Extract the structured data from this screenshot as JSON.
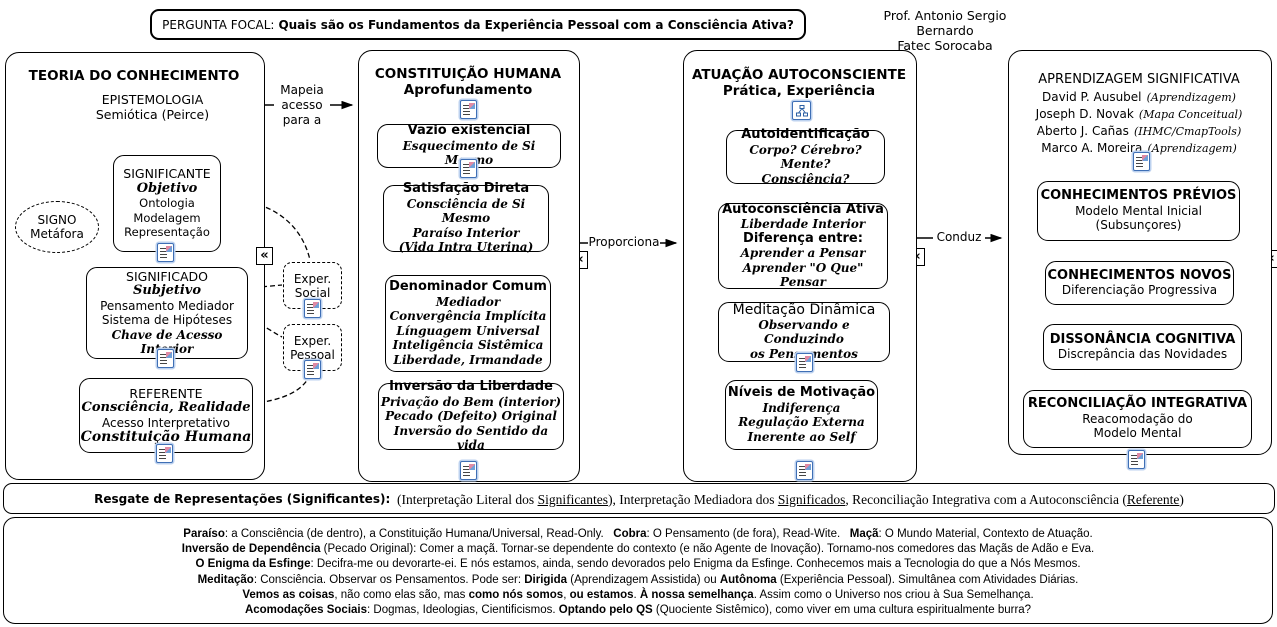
{
  "colors": {
    "ink": "#000000",
    "background": "#ffffff",
    "icon_blue": "#3f6fb5"
  },
  "icons": {
    "resource_icon": "document-with-lines",
    "cmap_icon": "concept-map-tree",
    "chevron_char": "«"
  },
  "header": {
    "focal_label": "PERGUNTA FOCAL:",
    "focal_question": "Quais são os Fundamentos da Experiência Pessoal com a Consciência Ativa?",
    "author_line1": "Prof. Antonio Sergio Bernardo",
    "author_line2": "Fatec Sorocaba"
  },
  "connectors": {
    "mapeia": [
      "Mapeia",
      "acesso",
      "para a"
    ],
    "proporciona": "Proporciona",
    "conduz": "Conduz"
  },
  "exper": {
    "social": [
      "Exper.",
      "Social"
    ],
    "pessoal": [
      "Exper.",
      "Pessoal"
    ]
  },
  "teoria": {
    "title": "TEORIA DO CONHECIMENTO",
    "epistemologia": "EPISTEMOLOGIA",
    "semiotica": "Semiótica (Peirce)",
    "signo": [
      "SIGNO",
      "Metáfora"
    ],
    "significante": {
      "title": "SIGNIFICANTE",
      "sub": "Objetivo",
      "lines": [
        "Ontologia",
        "Modelagem",
        "Representação"
      ]
    },
    "significado": {
      "title": "SIGNIFICADO",
      "sub": "Subjetivo",
      "lines": [
        "Pensamento Mediador",
        "Sistema de Hipóteses"
      ],
      "script_line": "Chave de Acesso Interior"
    },
    "referente": {
      "title": "REFERENTE",
      "sub": "Consciência, Realidade",
      "lines": [
        "Acesso Interpretativo"
      ],
      "script_line": "Constituição Humana"
    }
  },
  "constituicao": {
    "title": "CONSTITUIÇÃO HUMANA",
    "subtitle": "Aprofundamento",
    "vazio": {
      "title": "Vazio existencial",
      "lines": [
        "Esquecimento de Si Mesmo"
      ]
    },
    "satisfacao": {
      "title": "Satisfação Direta",
      "lines": [
        "Consciência de Si Mesmo",
        "Paraíso Interior",
        "(Vida Intra Uterina)"
      ]
    },
    "denominador": {
      "title": "Denominador Comum",
      "lines": [
        "Mediador",
        "Convergência Implícita",
        "Línguagem Universal",
        "Inteligência Sistêmica",
        "Liberdade, Irmandade"
      ]
    },
    "inversao": {
      "title": "Inversão da Liberdade",
      "lines": [
        "Privação do Bem (interior)",
        "Pecado (Defeito) Original",
        "Inversão do Sentido da vida"
      ]
    }
  },
  "atuacao": {
    "title": "ATUAÇÃO AUTOCONSCIENTE",
    "subtitle": "Prática, Experiência",
    "autoidentificacao": {
      "title": "Autoidentificação",
      "lines": [
        "Corpo? Cérebro? Mente?",
        "Consciência?"
      ]
    },
    "autoconsciencia": {
      "title": "Autoconsciência Ativa",
      "line1": "Liberdade Interior",
      "mid": "Diferença entre:",
      "lines": [
        "Aprender a Pensar",
        "Aprender \"O Que\" Pensar"
      ]
    },
    "meditacao": {
      "title": "Meditação Dinâmica",
      "lines": [
        "Observando e Conduzindo",
        "os Pensamentos"
      ]
    },
    "niveis": {
      "title": "Níveis de Motivação",
      "lines": [
        "Indiferença",
        "Regulação Externa",
        "Inerente ao Self"
      ]
    }
  },
  "aprendizagem": {
    "title": "APRENDIZAGEM SIGNIFICATIVA",
    "authors": [
      {
        "name": "David P. Ausubel",
        "tag": "(Aprendizagem)"
      },
      {
        "name": "Joseph D. Novak",
        "tag": "(Mapa Conceitual)"
      },
      {
        "name": "Aberto J. Cañas",
        "tag": "(IHMC/CmapTools)"
      },
      {
        "name": "Marco A. Moreira",
        "tag": "(Aprendizagem)"
      }
    ],
    "previos": {
      "title": "CONHECIMENTOS PRÉVIOS",
      "lines": [
        "Modelo Mental Inicial",
        "(Subsunçores)"
      ]
    },
    "novos": {
      "title": "CONHECIMENTOS NOVOS",
      "lines": [
        "Diferenciação Progressiva"
      ]
    },
    "dissonancia": {
      "title": "DISSONÂNCIA COGNITIVA",
      "lines": [
        "Discrepância das Novidades"
      ]
    },
    "reconciliacao": {
      "title": "RECONCILIAÇÃO INTEGRATIVA",
      "lines": [
        "Reacomodação do",
        "Modelo Mental"
      ]
    }
  },
  "footer_bar": {
    "lead": "Resgate de Representações (Significantes):",
    "segments": [
      {
        "t": "  (Interpretação Literal dos "
      },
      {
        "t": "Significantes",
        "u": true
      },
      {
        "t": "), Interpretação Mediadora dos "
      },
      {
        "t": "Significados",
        "u": true
      },
      {
        "t": ", Reconciliação Integrativa com a Autoconsciência ("
      },
      {
        "t": "Referente",
        "u": true
      },
      {
        "t": ")"
      }
    ]
  },
  "notes": {
    "lines": [
      [
        {
          "t": "Paraíso",
          "b": true
        },
        {
          "t": ": a Consciência (de dentro), a Constituição Humana/Universal, Read-Only.   "
        },
        {
          "t": "Cobra",
          "b": true
        },
        {
          "t": ": O Pensamento (de fora), Read-Wite.   "
        },
        {
          "t": "Maçã",
          "b": true
        },
        {
          "t": ": O Mundo Material, Contexto de Atuação."
        }
      ],
      [
        {
          "t": "Inversão de Dependência",
          "b": true
        },
        {
          "t": " (Pecado Original): Comer a maçã. Tornar-se dependente do contexto (e não Agente de Inovação). Tornamo-nos comedores das Maçãs de Adão e Eva."
        }
      ],
      [
        {
          "t": "O Enigma da Esfinge",
          "b": true
        },
        {
          "t": ": Decifra-me ou devorarte-ei. E nós estamos, ainda, sendo devorados pelo Enigma da Esfinge. Conhecemos mais a Tecnologia do que a Nós Mesmos."
        }
      ],
      [
        {
          "t": "Meditação",
          "b": true
        },
        {
          "t": ": Consciência. Observar os Pensamentos. Pode ser: "
        },
        {
          "t": "Dirigida",
          "b": true
        },
        {
          "t": " (Aprendizagem Assistida) ou "
        },
        {
          "t": "Autônoma",
          "b": true
        },
        {
          "t": " (Experiência Pessoal). Simultânea com Atividades Diárias."
        }
      ],
      [
        {
          "t": "Vemos as coisas",
          "b": true
        },
        {
          "t": ", não como elas são, mas "
        },
        {
          "t": "como nós somos",
          "b": true
        },
        {
          "t": ", "
        },
        {
          "t": "ou estamos",
          "b": true
        },
        {
          "t": ". "
        },
        {
          "t": "À nossa semelhança",
          "b": true
        },
        {
          "t": ". Assim como o Universo nos criou à Sua Semelhança."
        }
      ],
      [
        {
          "t": "Acomodações Sociais",
          "b": true
        },
        {
          "t": ": Dogmas, Ideologias, Cientificismos. "
        },
        {
          "t": "Optando pelo QS",
          "b": true
        },
        {
          "t": " (Quociente Sistêmico), como viver em uma cultura espiritualmente burra?"
        }
      ]
    ]
  }
}
